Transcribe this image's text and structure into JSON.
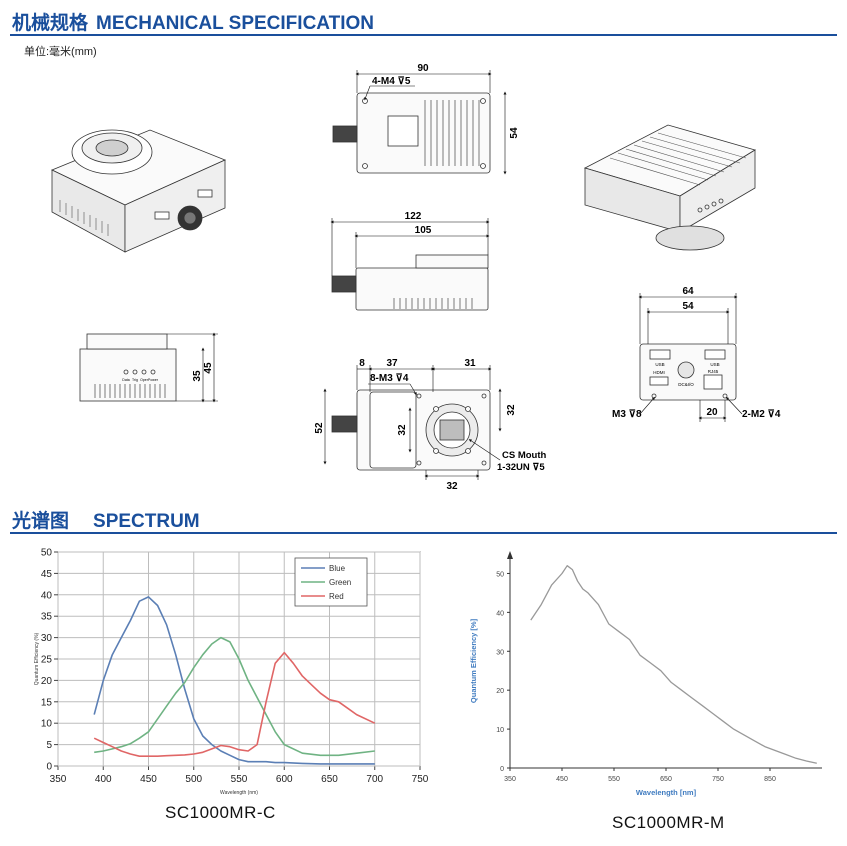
{
  "mechanical": {
    "title_cn": "机械规格",
    "title_en": "MECHANICAL SPECIFICATION",
    "unit": "单位:毫米(mm)"
  },
  "dimensions": {
    "top_width": "90",
    "top_holes": "4-M4 ⊽5",
    "top_height": "54",
    "side_total": "122",
    "side_body": "105",
    "end_h1": "35",
    "end_h2": "45",
    "front_a": "8",
    "front_b": "37",
    "front_holes": "8-M3 ⊽4",
    "front_c": "31",
    "front_left_h": "52",
    "front_inner_h": "32",
    "front_right_h": "32",
    "front_bottom_w": "32",
    "cs_mouth": "CS Mouth",
    "cs_thread": "1-32UN ⊽5",
    "rear_w1": "64",
    "rear_w2": "54",
    "rear_m3": "M3 ⊽8",
    "rear_20": "20",
    "rear_m2": "2-M2 ⊽4"
  },
  "ports": {
    "usb": "USB",
    "hdmi": "HDMI",
    "dcio": "DC&I/O",
    "rj45": "RJ45",
    "leds": [
      "Data",
      "Trig",
      "Oper",
      "Power"
    ]
  },
  "spectrum": {
    "title_cn": "光谱图",
    "title_en": "SPECTRUM",
    "label_c": "SC1000MR-C",
    "label_m": "SC1000MR-M"
  },
  "chart_data": [
    {
      "type": "line",
      "xlabel": "Wavelength (nm)",
      "ylabel": "Quantum Efficiency (%)",
      "xlim": [
        350,
        750
      ],
      "ylim": [
        0,
        50
      ],
      "xticks": [
        "350",
        "400",
        "450",
        "500",
        "550",
        "600",
        "650",
        "700",
        "750"
      ],
      "yticks": [
        "0",
        "5",
        "10",
        "15",
        "20",
        "25",
        "30",
        "35",
        "40",
        "45",
        "50"
      ],
      "grid": true,
      "legend_position": "top-right",
      "series": [
        {
          "name": "Blue",
          "color": "#5b7fb5",
          "x": [
            390,
            400,
            410,
            420,
            430,
            440,
            450,
            460,
            470,
            480,
            490,
            500,
            510,
            520,
            530,
            540,
            550,
            560,
            570,
            580,
            590,
            600,
            620,
            640,
            660,
            680,
            700
          ],
          "y": [
            12,
            20,
            26,
            30,
            34,
            38.5,
            39.5,
            37.5,
            33,
            26,
            18,
            11,
            7,
            5,
            3.5,
            2.5,
            1.5,
            1,
            1,
            1,
            0.8,
            0.8,
            0.6,
            0.5,
            0.5,
            0.5,
            0.5
          ]
        },
        {
          "name": "Green",
          "color": "#6fb383",
          "x": [
            390,
            400,
            410,
            420,
            430,
            440,
            450,
            460,
            470,
            480,
            490,
            500,
            510,
            520,
            530,
            540,
            550,
            560,
            570,
            580,
            590,
            600,
            620,
            640,
            660,
            680,
            700
          ],
          "y": [
            3.2,
            3.5,
            4,
            4.5,
            5.2,
            6.5,
            8,
            11,
            14,
            17,
            19.5,
            23,
            26,
            28.5,
            30,
            29,
            25,
            20,
            16,
            12,
            8,
            5,
            3,
            2.5,
            2.5,
            3,
            3.5
          ]
        },
        {
          "name": "Red",
          "color": "#e06666",
          "x": [
            390,
            400,
            410,
            420,
            430,
            440,
            450,
            460,
            470,
            480,
            490,
            500,
            510,
            520,
            530,
            540,
            550,
            560,
            570,
            580,
            590,
            600,
            610,
            620,
            630,
            640,
            650,
            660,
            670,
            680,
            700
          ],
          "y": [
            6.5,
            5.5,
            4.5,
            3.5,
            2.8,
            2.3,
            2.3,
            2.3,
            2.4,
            2.5,
            2.6,
            2.8,
            3.2,
            4,
            4.8,
            4.5,
            3.8,
            3.5,
            5,
            15,
            24,
            26.5,
            24,
            21,
            19,
            17,
            15.5,
            15,
            13.5,
            12,
            10
          ]
        }
      ]
    },
    {
      "type": "line",
      "xlabel": "Wavelength [nm]",
      "ylabel": "Quantum Efficiency [%]",
      "xlim": [
        350,
        950
      ],
      "ylim": [
        0,
        55
      ],
      "xticks": [
        "350",
        "450",
        "550",
        "650",
        "750",
        "850"
      ],
      "yticks": [
        "0",
        "10",
        "20",
        "30",
        "40",
        "50"
      ],
      "grid": false,
      "series": [
        {
          "name": "",
          "color": "#999999",
          "x": [
            390,
            410,
            430,
            450,
            460,
            470,
            480,
            490,
            500,
            520,
            540,
            560,
            580,
            600,
            620,
            640,
            660,
            680,
            700,
            720,
            740,
            760,
            780,
            800,
            820,
            840,
            860,
            880,
            900,
            920,
            940
          ],
          "y": [
            38,
            42,
            47,
            50,
            52,
            51,
            48,
            46,
            45,
            42,
            37,
            35,
            33,
            29,
            27,
            25,
            22,
            20,
            18,
            16,
            14,
            12,
            10,
            8.5,
            7,
            5.5,
            4.5,
            3.5,
            2.5,
            1.8,
            1.2
          ]
        }
      ]
    }
  ]
}
